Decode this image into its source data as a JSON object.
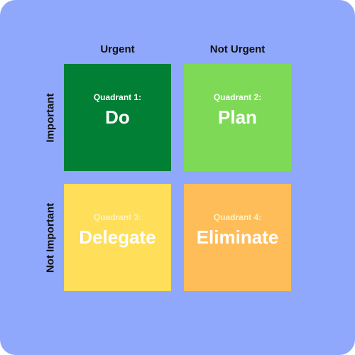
{
  "columns": {
    "urgent": "Urgent",
    "not_urgent": "Not Urgent"
  },
  "rows": {
    "important": "Important",
    "not_important": "Not Important"
  },
  "quadrants": [
    {
      "number": "Quadrant 1:",
      "action": "Do",
      "color": "#007f35"
    },
    {
      "number": "Quadrant 2:",
      "action": "Plan",
      "color": "#7ed957"
    },
    {
      "number": "Quadrant 3:",
      "action": "Delegate",
      "color": "#ffde59"
    },
    {
      "number": "Quadrant 4:",
      "action": "Eliminate",
      "color": "#ffbd59"
    }
  ],
  "colors": {
    "background": "#8fa8fb"
  }
}
